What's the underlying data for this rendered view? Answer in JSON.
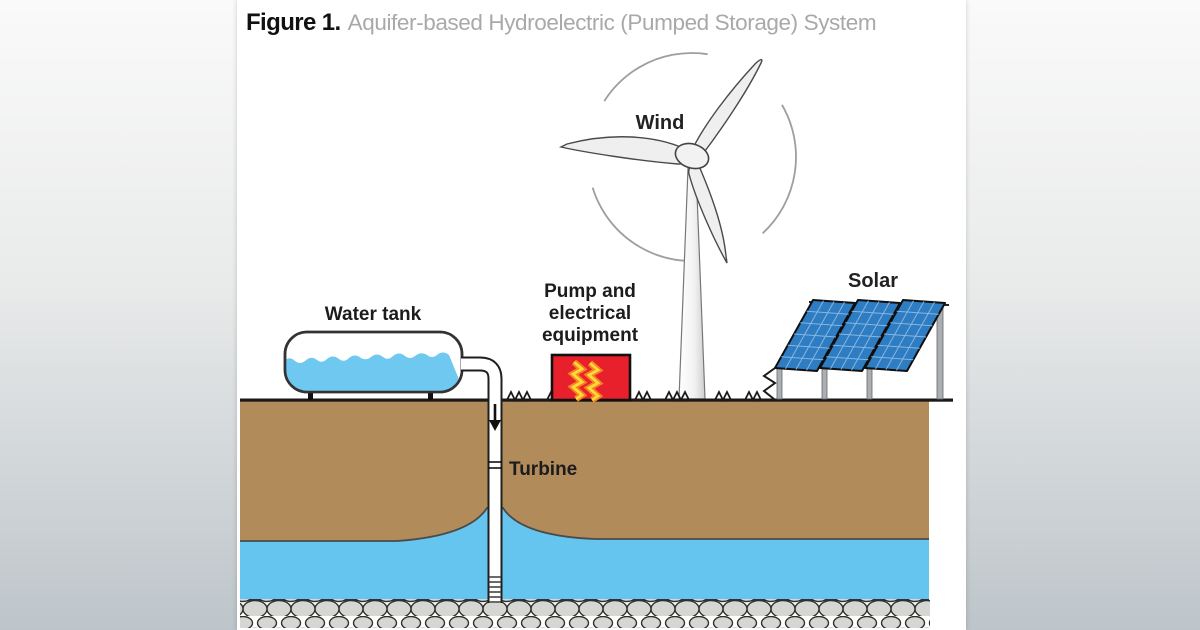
{
  "figure": {
    "label": "Figure 1.",
    "title": "Aquifer-based Hydroelectric (Pumped Storage) System"
  },
  "labels": {
    "wind": "Wind",
    "water_tank": "Water tank",
    "pump_line1": "Pump and",
    "pump_line2": "electrical",
    "pump_line3": "equipment",
    "turbine": "Turbine",
    "solar": "Solar"
  },
  "colors": {
    "ground_brown": "#B28B5B",
    "aquifer_blue": "#66C5EE",
    "tank_water_blue": "#6EC8F0",
    "pump_red": "#E8202B",
    "bolt_yellow": "#FFD93B",
    "bolt_orange": "#F58220",
    "solar_panel_blue": "#2E7CC2",
    "gravel_gray": "#D6D6D2",
    "title_gray": "#A9A9A9",
    "outline_black": "#1A1A1A"
  }
}
